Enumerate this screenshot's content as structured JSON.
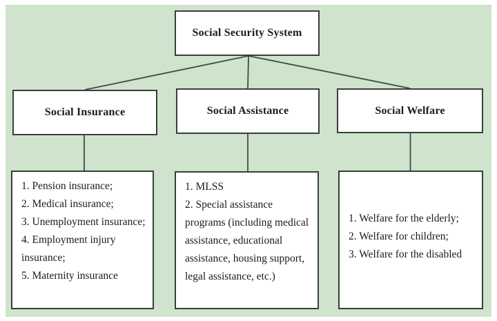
{
  "diagram": {
    "colors": {
      "background": "#cfe3cd",
      "node_fill": "#ffffff",
      "node_border": "#383e3a",
      "connector": "#3d4d40",
      "text": "#1b1b1b"
    },
    "root": {
      "label": "Social Security System"
    },
    "branches": [
      {
        "label": "Social Insurance",
        "items": [
          "1. Pension insurance;",
          "2. Medical insurance;",
          "3. Unemployment insurance;",
          "4. Employment injury insurance;",
          "5. Maternity insurance"
        ]
      },
      {
        "label": "Social Assistance",
        "items": [
          "1. MLSS",
          "2. Special assistance programs (including medical assistance, educational assistance, housing support, legal assistance, etc.)"
        ]
      },
      {
        "label": "Social Welfare",
        "items": [
          "1. Welfare for the elderly;",
          "2. Welfare for children;",
          "3. Welfare for the disabled"
        ]
      }
    ]
  }
}
